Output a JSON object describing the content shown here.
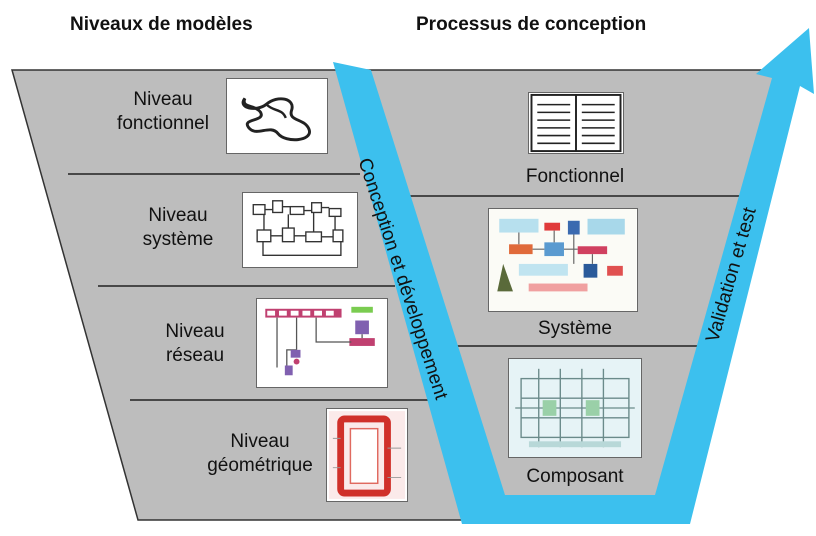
{
  "headings": {
    "models": "Niveaux de modèles",
    "process": "Processus de conception"
  },
  "model_levels": [
    {
      "line1": "Niveau",
      "line2": "fonctionnel"
    },
    {
      "line1": "Niveau",
      "line2": "système"
    },
    {
      "line1": "Niveau",
      "line2": "réseau"
    },
    {
      "line1": "Niveau",
      "line2": "géométrique"
    }
  ],
  "process_levels": [
    "Fonctionnel",
    "Système",
    "Composant"
  ],
  "arrows": {
    "down": "Conception et développement",
    "up": "Validation et test"
  },
  "colors": {
    "trapezoid": "#bdbdbd",
    "arrow": "#3cc0ee",
    "divider": "#222222"
  }
}
